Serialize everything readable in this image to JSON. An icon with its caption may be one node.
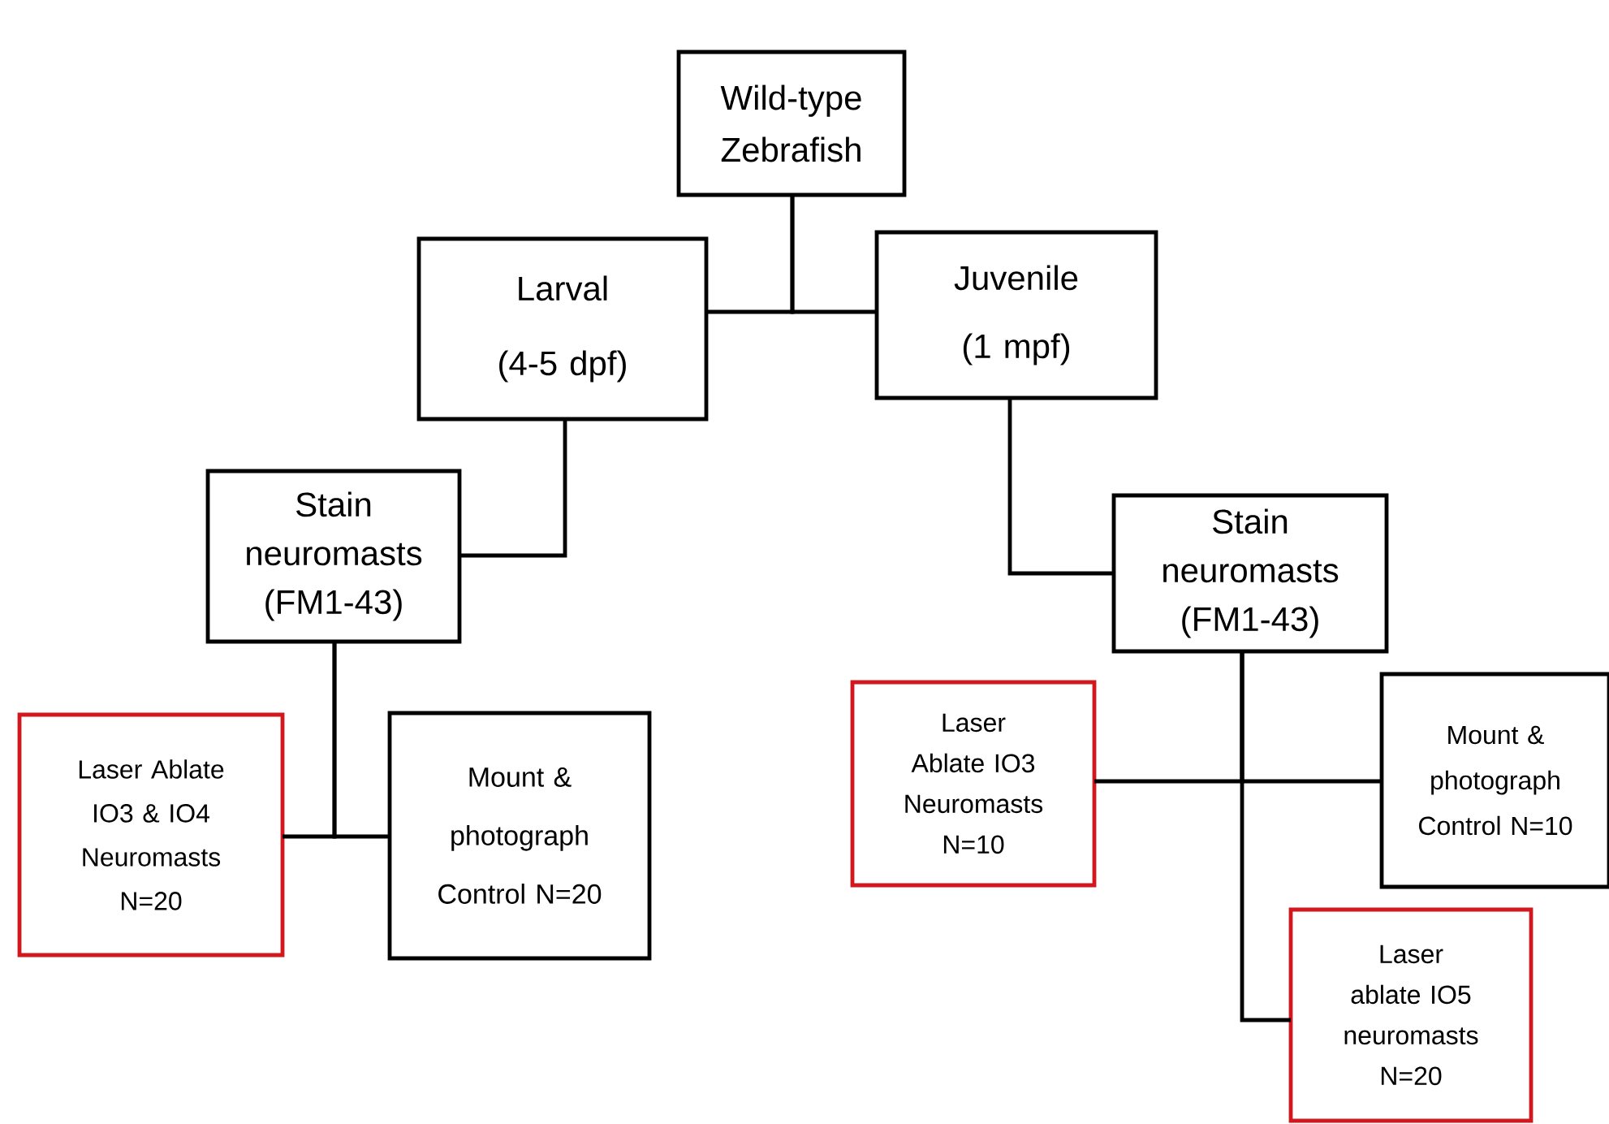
{
  "diagram": {
    "nodes": [
      {
        "text": [
          "Wild-type Zebrafish"
        ]
      },
      {
        "text": [
          "Larval (4-5 dpf)"
        ]
      },
      {
        "text": [
          "Juvenile (1 mpf)"
        ]
      },
      {
        "text": [
          "Stain neuromasts (FM1-43)"
        ]
      },
      {
        "text": [
          "Stain neuromasts (FM1-43)"
        ]
      },
      {
        "text": [
          "Laser Ablate IO3 & IO4 Neuromasts N=20"
        ]
      },
      {
        "text": [
          "Mount & photograph Control N=20"
        ]
      },
      {
        "text": [
          "Laser Ablate IO3 Neuromasts N=10"
        ]
      },
      {
        "text": [
          "Mount & photograph Control N=10"
        ]
      },
      {
        "text": [
          "Laser ablate IO5 neuromasts N=20"
        ]
      }
    ],
    "edges": [
      {
        "from": 0,
        "to": 1,
        "arrow": "none"
      },
      {
        "from": 0,
        "to": 2,
        "arrow": "none"
      },
      {
        "from": 1,
        "to": 3,
        "arrow": "none"
      },
      {
        "from": 2,
        "to": 4,
        "arrow": "none"
      },
      {
        "from": 3,
        "to": 5,
        "arrow": "none"
      },
      {
        "from": 3,
        "to": 6,
        "arrow": "none"
      },
      {
        "from": 4,
        "to": 7,
        "arrow": "none"
      },
      {
        "from": 4,
        "to": 8,
        "arrow": "none"
      },
      {
        "from": 4,
        "to": 9,
        "arrow": "none"
      }
    ]
  }
}
